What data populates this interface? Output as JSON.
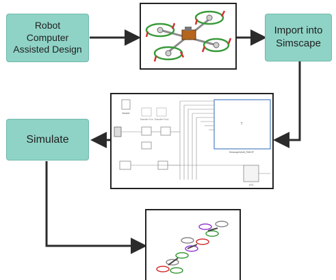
{
  "nodes": {
    "robot_cad": "Robot\nComputer\nAssisted Design",
    "import": "Import into\nSimscape",
    "simulate": "Simulate"
  },
  "colors": {
    "box_fill": "#8fd3c6",
    "box_border": "#6fb8aa",
    "arrow": "#2b2b2b",
    "model_block_border": "#4a7fc1",
    "rotor_green": "#3a9a3a",
    "rotor_red": "#d23030"
  },
  "simulink": {
    "block_labels": [
      "Model",
      "Transfer Fcn",
      "Transfer Fcn1",
      "SimscapeMulti_R6DOF",
      "XYZ"
    ],
    "subsystem_label": "?"
  },
  "images": {
    "top": "quadrotor-cad-render",
    "middle": "simulink-block-diagram",
    "bottom": "simulation-trajectory-frames"
  }
}
